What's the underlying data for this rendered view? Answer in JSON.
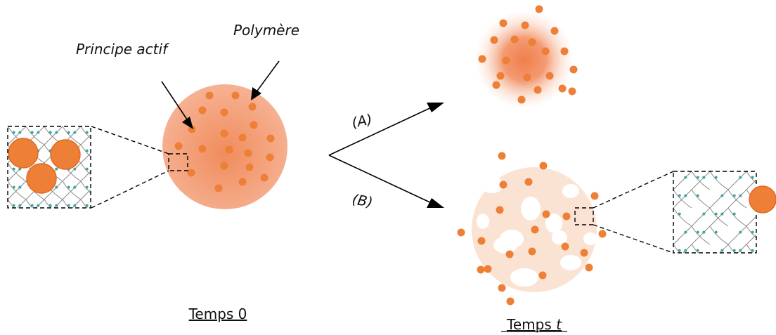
{
  "labels": {
    "active_ingredient": "Principe actif",
    "polymer": "Polymère",
    "path_a": "(A)",
    "path_b": "(B)",
    "time_zero": "Temps 0",
    "time_t_prefix": "Temps ",
    "time_t_var": "t"
  },
  "colors": {
    "particle": "#ee7f36",
    "particle_dark": "#e06a1f",
    "matrix": "#f4a27f",
    "matrix_degraded": "#fbe3d4",
    "mesh_strand": "#8a8a8a",
    "mesh_node": "#3aa6a0"
  }
}
